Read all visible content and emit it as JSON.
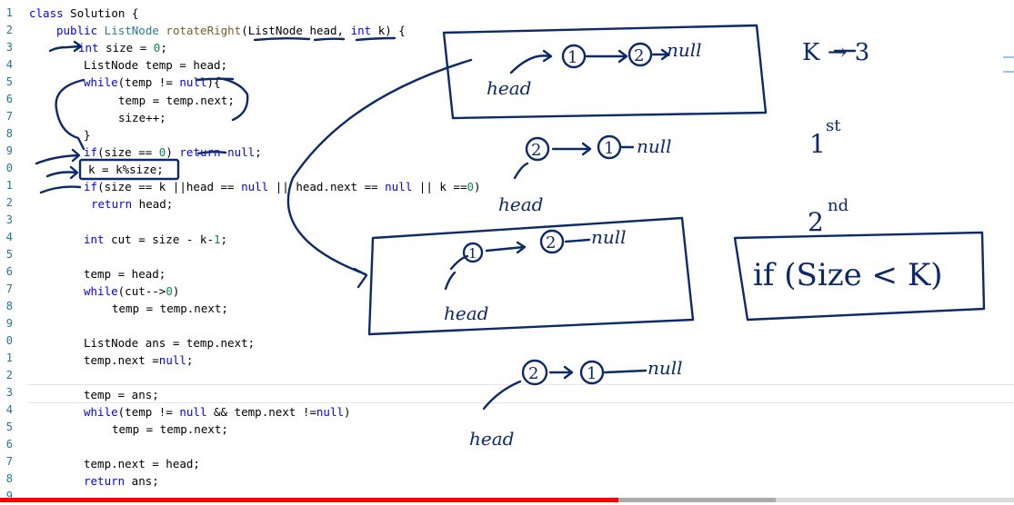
{
  "editor": {
    "line_numbers": [
      "1",
      "2",
      "3",
      "4",
      "5",
      "6",
      "7",
      "8",
      "9",
      "0",
      "1",
      "2",
      "3",
      "4",
      "5",
      "6",
      "7",
      "8",
      "9",
      "0",
      "1",
      "2",
      "3",
      "4",
      "5",
      "6",
      "7",
      "8",
      "9"
    ],
    "lines": {
      "l1a": "class",
      "l1b": " Solution {",
      "l2a": "public",
      "l2b": " ListNode",
      "l2c": " rotateRight",
      "l2d": "(ListNode head, ",
      "l2e": "int",
      "l2f": " k) {",
      "l3a": "int",
      "l3b": " size = ",
      "l3c": "0",
      "l3d": ";",
      "l4": "ListNode temp = head;",
      "l5a": "while",
      "l5b": "(temp != ",
      "l5c": "null",
      "l5d": "){",
      "l6": "temp = temp.next;",
      "l7": "size++;",
      "l8": "}",
      "l9a": "if",
      "l9b": "(size == ",
      "l9c": "0",
      "l9d": ") ",
      "l9e": "return",
      "l9f": " ",
      "l9g": "null",
      "l9h": ";",
      "l10": "k = k%size;",
      "l11a": "if",
      "l11b": "(size == k ||head == ",
      "l11c": "null",
      "l11d": " || head.next == ",
      "l11e": "null",
      "l11f": " || k ==",
      "l11g": "0",
      "l11h": ")",
      "l12a": "return",
      "l12b": " head;",
      "l14a": "int",
      "l14b": " cut = size - k-",
      "l14c": "1",
      "l14d": ";",
      "l16": "temp = head;",
      "l17a": "while",
      "l17b": "(cut-->",
      "l17c": "0",
      "l17d": ")",
      "l18": "temp = temp.next;",
      "l20": "ListNode ans = temp.next;",
      "l21a": "temp.next =",
      "l21b": "null",
      "l21c": ";",
      "l23": "temp = ans;",
      "l24a": "while",
      "l24b": "(temp != ",
      "l24c": "null",
      "l24d": " && temp.next !=",
      "l24e": "null",
      "l24f": ")",
      "l25": "temp = temp.next;",
      "l27": "temp.next = head;",
      "l28a": "return",
      "l28b": " ans;"
    }
  },
  "annotations": {
    "k_note": "K → 3",
    "first": "1",
    "first_sup": "st",
    "second": "2",
    "second_sup": "nd",
    "condition": "if (Size < K)",
    "head_label_1": "head",
    "head_label_2": "head",
    "head_label_3": "head",
    "head_label_4": "head",
    "null_text": "null",
    "node_1": "1",
    "node_2": "2"
  },
  "video": {
    "progress": 0.61,
    "buffered": 0.765
  },
  "colors": {
    "ink": "#0c2a6b",
    "keyword": "#0000ff",
    "type": "#267f99",
    "function": "#795e26",
    "number": "#098658",
    "line_number": "#237893",
    "progress_fill": "#ff0000"
  }
}
